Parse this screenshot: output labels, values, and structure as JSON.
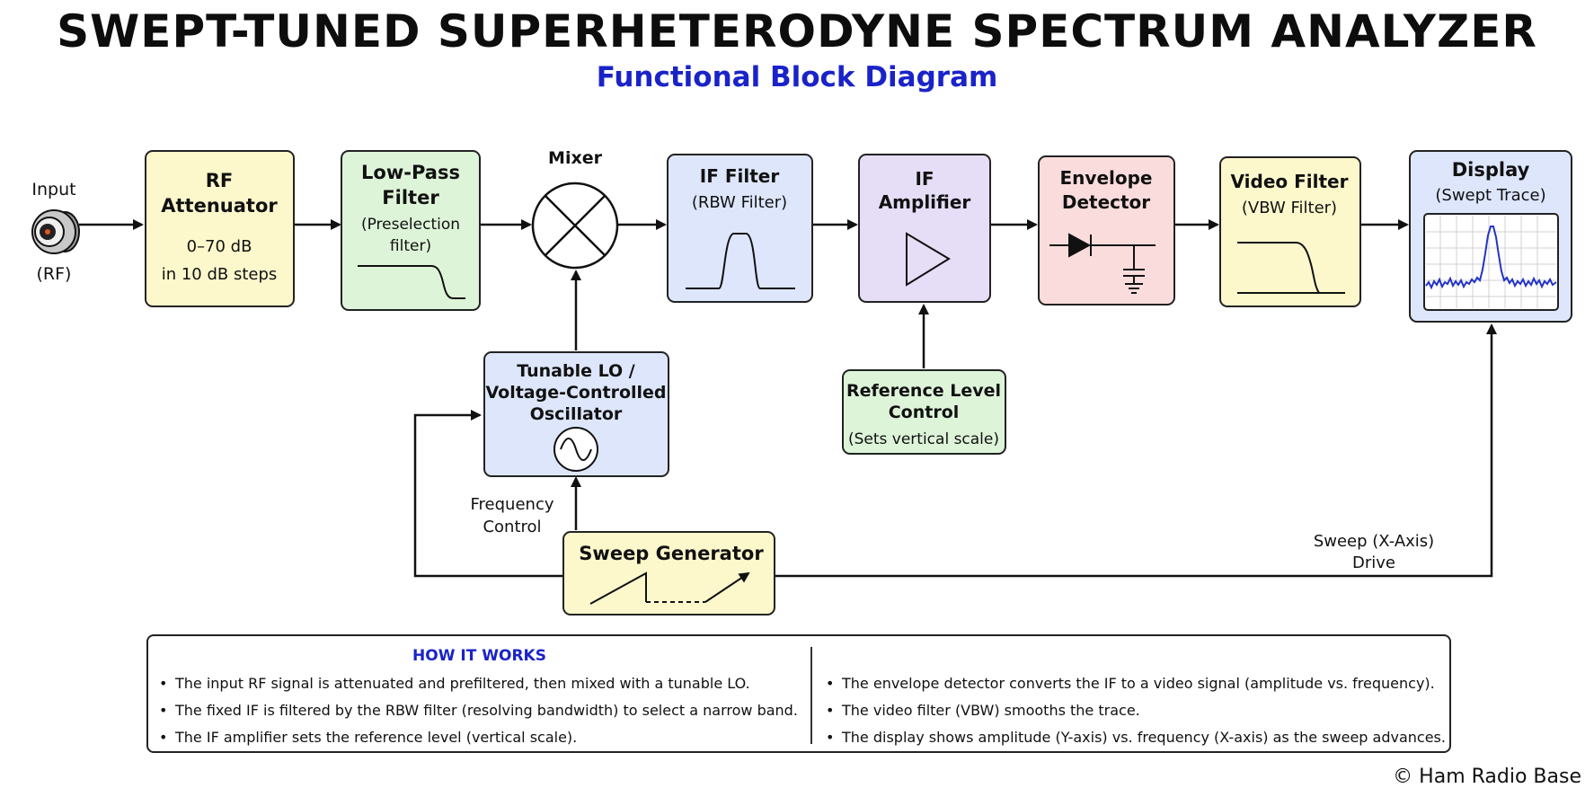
{
  "title": "SWEPT-TUNED SUPERHETERODYNE SPECTRUM ANALYZER",
  "subtitle": "Functional Block Diagram",
  "input": {
    "label": "Input",
    "sub": "(RF)"
  },
  "blocks": {
    "rf_attenuator": {
      "title1": "RF",
      "title2": "Attenuator",
      "line1": "0–70 dB",
      "line2": "in 10 dB steps",
      "fill": "#fdf8cc"
    },
    "low_pass": {
      "title1": "Low-Pass",
      "title2": "Filter",
      "line1": "(Preselection",
      "line2": "filter)",
      "fill": "#ddf4d8"
    },
    "mixer": {
      "label": "Mixer"
    },
    "if_filter": {
      "title1": "IF Filter",
      "line1": "(RBW Filter)",
      "fill": "#dde6fb"
    },
    "if_amplifier": {
      "title1": "IF",
      "title2": "Amplifier",
      "fill": "#e6ddf7"
    },
    "envelope_detector": {
      "title1": "Envelope",
      "title2": "Detector",
      "fill": "#fbdcdc"
    },
    "video_filter": {
      "title1": "Video Filter",
      "line1": "(VBW Filter)",
      "fill": "#fdf8cc"
    },
    "display": {
      "title1": "Display",
      "line1": "(Swept Trace)",
      "fill": "#dde6fb"
    },
    "lo": {
      "line1": "Tunable LO /",
      "line2": "Voltage-Controlled",
      "line3": "Oscillator",
      "fill": "#dde6fb"
    },
    "reference_level": {
      "line1": "Reference Level",
      "line2": "Control",
      "line3": "(Sets vertical scale)",
      "fill": "#ddf4d8"
    },
    "sweep_generator": {
      "title1": "Sweep Generator",
      "fill": "#fdf8cc"
    }
  },
  "labels": {
    "frequency_control_1": "Frequency",
    "frequency_control_2": "Control",
    "sweep_drive_1": "Sweep (X-Axis)",
    "sweep_drive_2": "Drive"
  },
  "notes": {
    "heading": "HOW IT WORKS",
    "left": [
      "The input RF signal is attenuated and prefiltered, then mixed with a tunable LO.",
      "The fixed IF is filtered by the RBW filter (resolving bandwidth) to select a narrow band.",
      "The IF amplifier sets the reference level (vertical scale)."
    ],
    "right": [
      "The envelope detector converts the IF to a video signal (amplitude vs. frequency).",
      "The video filter (VBW) smooths the trace.",
      "The display shows amplitude (Y-axis) vs. frequency (X-axis) as the sweep advances."
    ]
  },
  "copyright": "© Ham Radio Base"
}
